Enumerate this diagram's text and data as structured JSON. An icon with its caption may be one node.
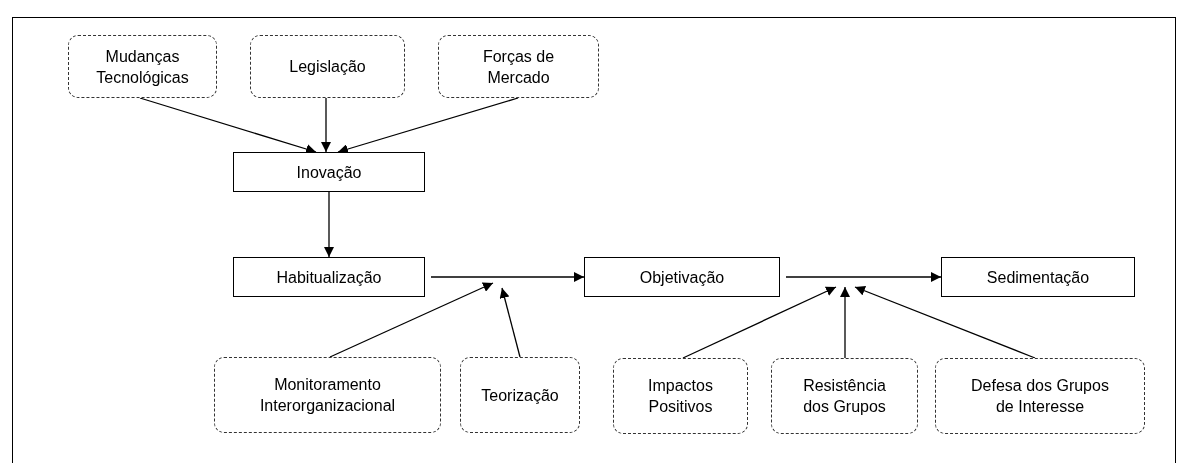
{
  "diagram": {
    "nodes": [
      {
        "text": [
          "Mudanças Tecnológicas"
        ]
      },
      {
        "text": [
          "Legislação"
        ]
      },
      {
        "text": [
          "Forças de Mercado"
        ]
      },
      {
        "text": [
          "Inovação"
        ]
      },
      {
        "text": [
          "Habitualização"
        ]
      },
      {
        "text": [
          "Objetivação"
        ]
      },
      {
        "text": [
          "Sedimentação"
        ]
      },
      {
        "text": [
          "Monitoramento Interorganizacional"
        ]
      },
      {
        "text": [
          "Teorização"
        ]
      },
      {
        "text": [
          "Impactos Positivos"
        ]
      },
      {
        "text": [
          "Resistência dos Grupos"
        ]
      },
      {
        "text": [
          "Defesa dos Grupos de Interesse"
        ]
      }
    ],
    "edges": [
      {
        "from": 0,
        "to": 3,
        "arrow": "to"
      },
      {
        "from": 1,
        "to": 3,
        "arrow": "to"
      },
      {
        "from": 2,
        "to": 3,
        "arrow": "to"
      },
      {
        "from": 3,
        "to": 4,
        "arrow": "to"
      },
      {
        "from": 4,
        "to": 5,
        "arrow": "to"
      },
      {
        "from": 5,
        "to": 6,
        "arrow": "to"
      },
      {
        "from": 7,
        "to": null,
        "arrow": "to"
      },
      {
        "from": 8,
        "to": null,
        "arrow": "to"
      },
      {
        "from": 9,
        "to": null,
        "arrow": "to"
      },
      {
        "from": 10,
        "to": null,
        "arrow": "to"
      },
      {
        "from": 11,
        "to": null,
        "arrow": "to"
      }
    ]
  }
}
